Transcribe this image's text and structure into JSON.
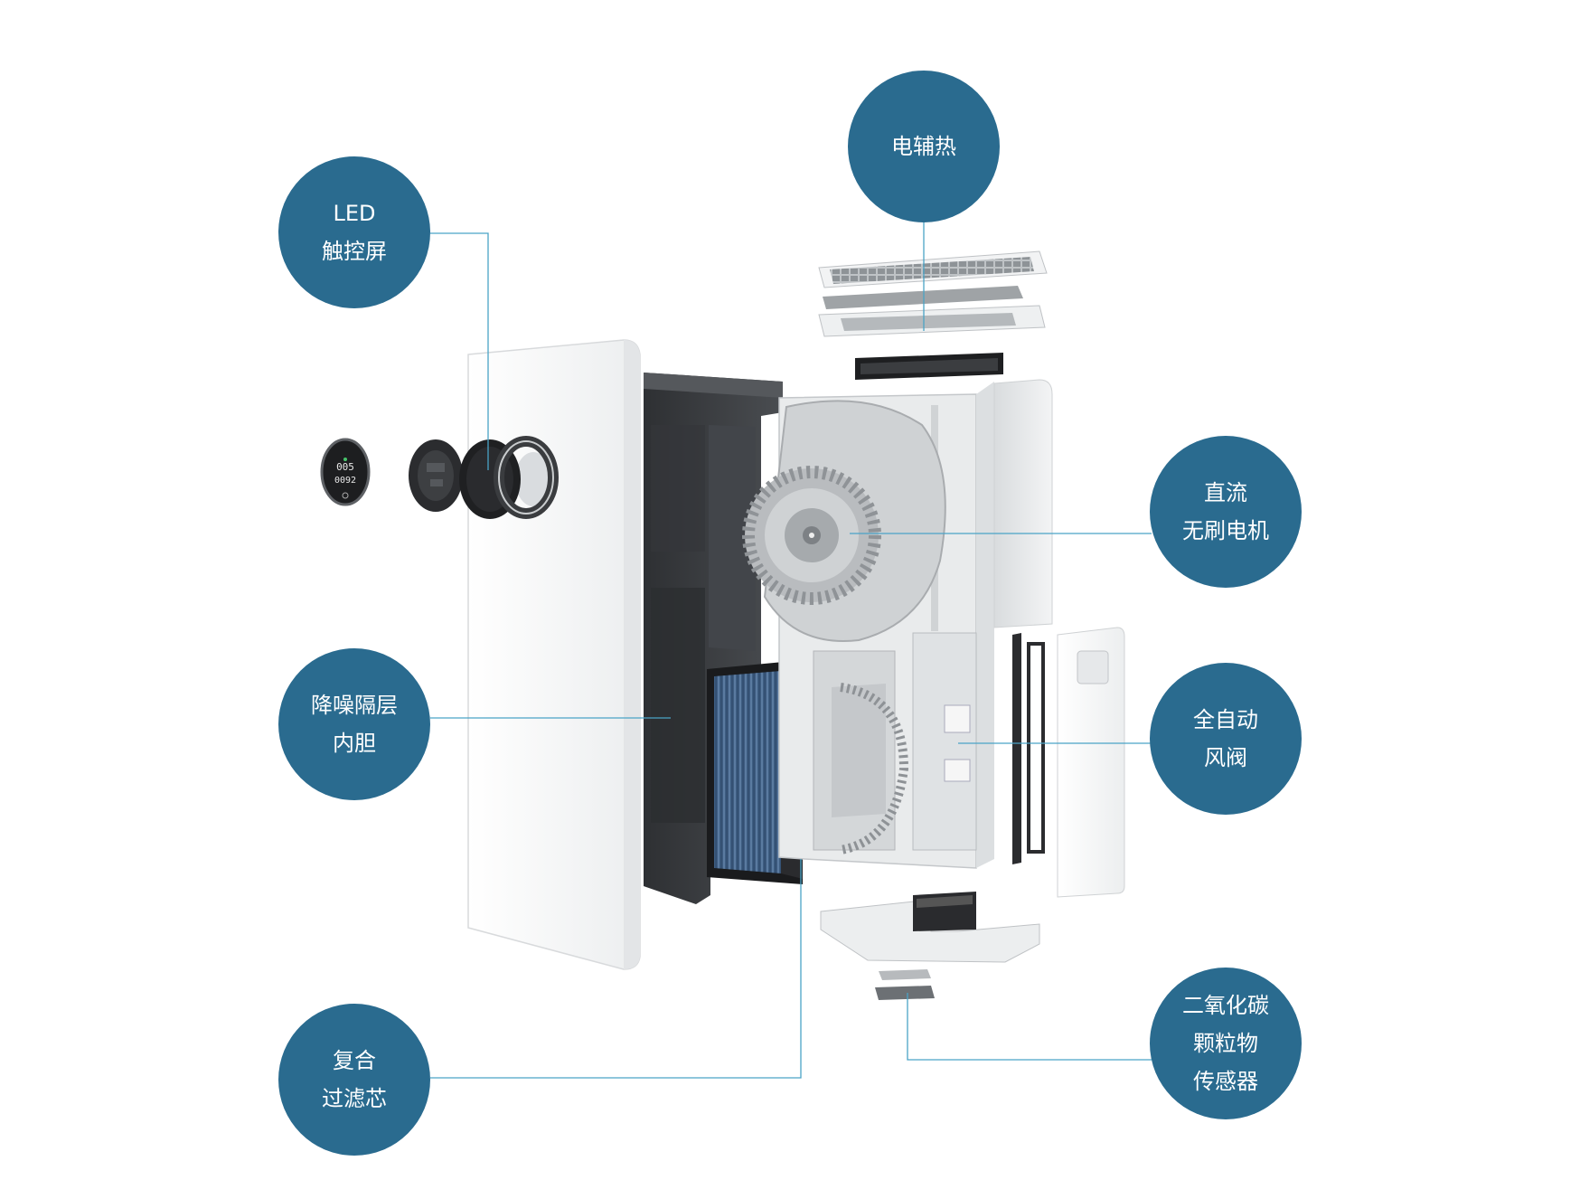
{
  "colors": {
    "callout_fill": "#2a6b8f",
    "callout_text": "#ffffff",
    "leader_line": "#4aa3c6",
    "panel_white": "#f7f7f7",
    "housing_dark": "#3a3c3f",
    "filter_blue": "#3f5f86"
  },
  "callouts": {
    "led_touchscreen": {
      "lines": [
        "LED",
        "触控屏"
      ]
    },
    "electric_heater": {
      "lines": [
        "电辅热"
      ]
    },
    "dc_brushless_motor": {
      "lines": [
        "直流",
        "无刷电机"
      ]
    },
    "noise_reduction_liner": {
      "lines": [
        "降噪隔层",
        "内胆"
      ]
    },
    "auto_damper": {
      "lines": [
        "全自动",
        "风阀"
      ]
    },
    "composite_filter": {
      "lines": [
        "复合",
        "过滤芯"
      ]
    },
    "co2_particle_sensor": {
      "lines": [
        "二氧化碳",
        "颗粒物",
        "传感器"
      ]
    }
  },
  "display_readout": {
    "line1": "005",
    "line2": "0092"
  }
}
